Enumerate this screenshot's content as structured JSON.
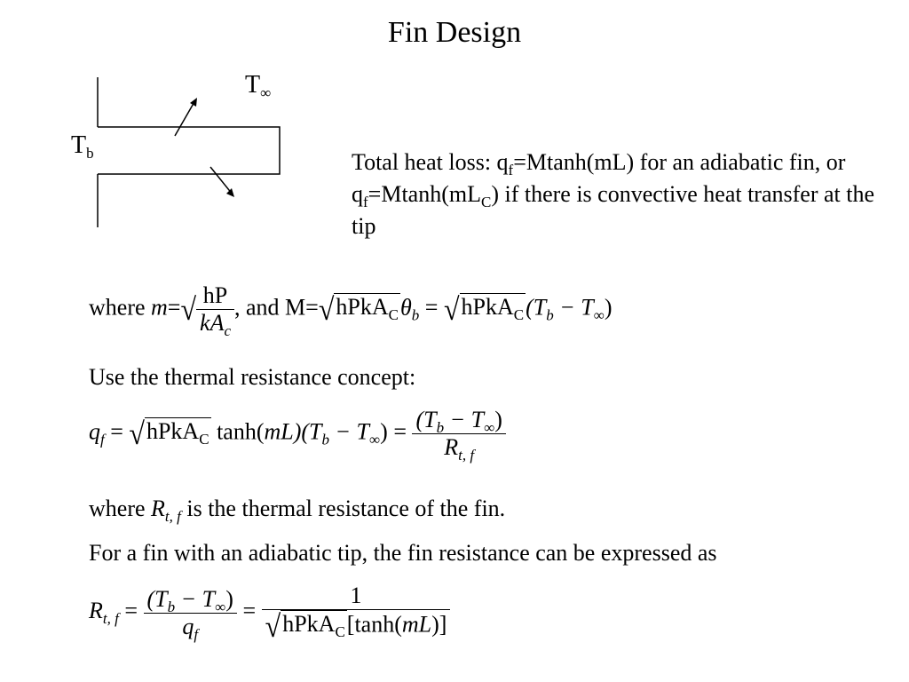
{
  "title": "Fin Design",
  "diagram": {
    "t_inf_label": "T",
    "t_inf_sub": "∞",
    "t_b_label": "T",
    "t_b_sub": "b"
  },
  "description": {
    "part1": "Total heat loss: q",
    "sub_f1": "f",
    "part2": "=Mtanh(mL) for an adiabatic fin, or q",
    "sub_f2": "f",
    "part3": "=Mtanh(mL",
    "sub_c": "C",
    "part4": ") if there is convective heat transfer at the tip"
  },
  "eq1": {
    "where": "where ",
    "m": "m",
    "eq": "=",
    "num": "hP",
    "den_k": "kA",
    "den_sub": "c",
    "comma": ",",
    "and_m": " and M=",
    "root": "hPkA",
    "root_sub": "C",
    "theta": "θ",
    "theta_sub": "b",
    "eq2": " = ",
    "root2": "hPkA",
    "root2_sub": "C",
    "tail": "(T",
    "tail_sub_b": "b",
    "minus": " − T",
    "tail_sub_inf": "∞",
    "close": ")"
  },
  "line_use": "Use the thermal resistance concept:",
  "eq2": {
    "q": "q",
    "q_sub": "f",
    "eq": " = ",
    "root": "hPkA",
    "root_sub": "C",
    "tanh": " tanh(",
    "mL": "mL",
    "rest": ")(T",
    "sub_b": "b",
    "minus": " − T",
    "sub_inf": "∞",
    "close": ") = ",
    "frac_num": "(T",
    "frac_num_sub_b": "b",
    "frac_num_minus": " − T",
    "frac_num_sub_inf": "∞",
    "frac_num_close": ")",
    "frac_den": "R",
    "frac_den_sub": "t, f"
  },
  "line_where": {
    "where": "where ",
    "R": "R",
    "R_sub": "t, f",
    "rest": "  is the thermal resistance of the fin."
  },
  "line_for": "For a fin with an adiabatic tip, the fin resistance can be expressed as",
  "eq3": {
    "R": "R",
    "R_sub": "t, f",
    "eq": " = ",
    "num1": "(T",
    "num1_sub_b": "b",
    "num1_minus": " − T",
    "num1_sub_inf": "∞",
    "num1_close": ")",
    "den1": "q",
    "den1_sub": "f",
    "eq2": " = ",
    "num2": "1",
    "root": "hPkA",
    "root_sub": "C",
    "den2_tail": "[tanh(",
    "den2_mL": "mL",
    "den2_close": ")]"
  }
}
